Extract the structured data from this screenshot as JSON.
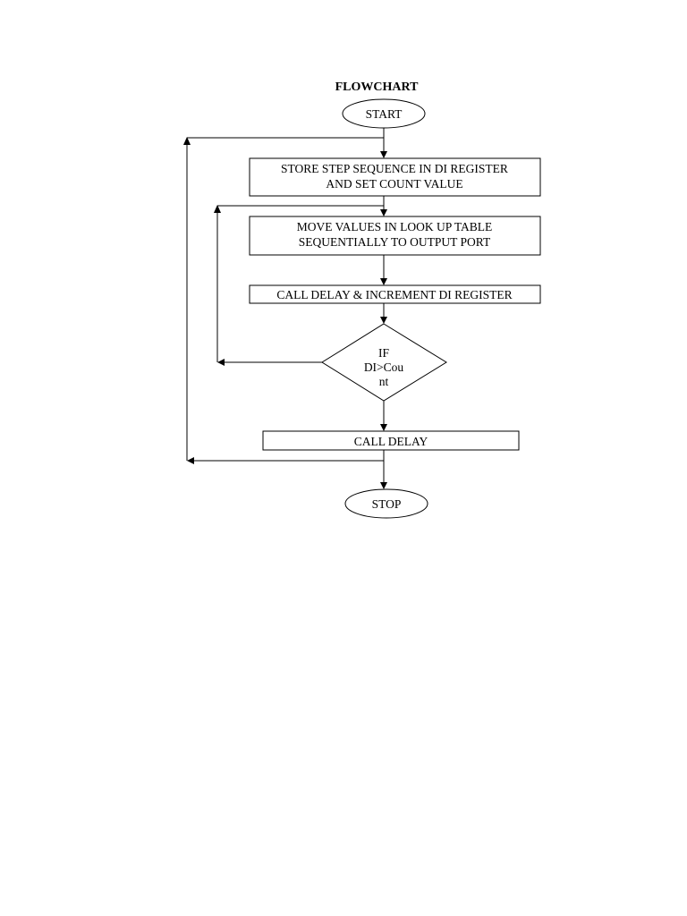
{
  "diagram": {
    "title": "FLOWCHART",
    "start": "START",
    "step1": {
      "line1": "STORE STEP SEQUENCE IN DI REGISTER",
      "line2": "AND SET COUNT VALUE"
    },
    "step2": {
      "line1": "MOVE VALUES IN LOOK UP TABLE",
      "line2": "SEQUENTIALLY TO OUTPUT PORT"
    },
    "step3": "CALL DELAY & INCREMENT DI REGISTER",
    "decision": {
      "line1": "IF",
      "line2": "DI>Cou",
      "line3": "nt"
    },
    "step4": "CALL DELAY",
    "stop": "STOP"
  }
}
